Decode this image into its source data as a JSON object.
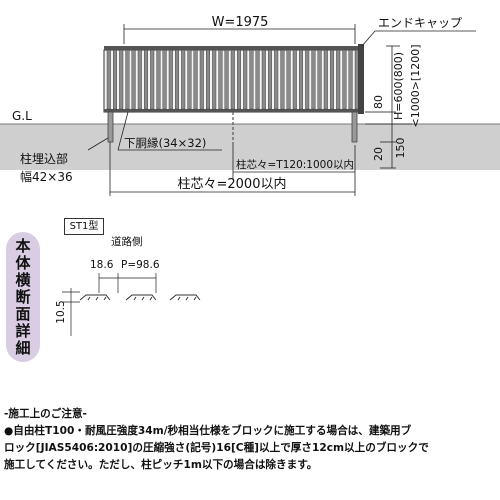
{
  "elevation": {
    "width_label": "W=1975",
    "end_cap_label": "エンドキャップ",
    "gl_label": "G.L",
    "height_label": "H=600(800)",
    "height_alt_label": "<1000>[1200]",
    "dim_80": "80",
    "dim_20": "20",
    "dim_150": "150",
    "lower_rail_label": "下胴縁(34×32)",
    "post_embed_label": "柱埋込部",
    "post_width_label": "幅42×36",
    "post_pitch_t120_label": "柱芯々=T120:1000以内",
    "post_pitch_label": "柱芯々=2000以内"
  },
  "section": {
    "sidebar_title": "本体横断面詳細",
    "type_label": "ST1型",
    "road_side_label": "道路側",
    "dim_left": "18.6",
    "dim_pitch": "P=98.6",
    "dim_height": "10.5"
  },
  "notes": {
    "heading": "-施工上のご注意-",
    "line1": "●自由柱T100・耐風圧強度34m/秒相当仕様をブロックに施工する場合は、建築用ブ",
    "line2": "ロック[JIAS5406:2010]の圧縮強さ(記号)16[C種]以上で厚さ12cm以上のブロックで",
    "line3": "施工してください。ただし、柱ピッチ1m以下の場合は除きます。"
  },
  "colors": {
    "ground": "#cfcfcf",
    "sidebar": "#d9cde3",
    "fence_stroke": "#333333"
  }
}
